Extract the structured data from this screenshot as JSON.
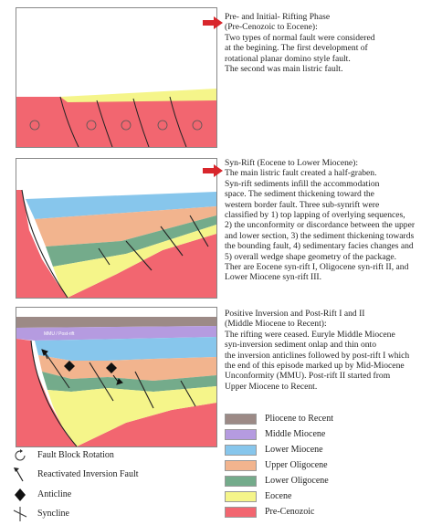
{
  "colors": {
    "pliocene": "#9c8a86",
    "middle_miocene": "#b59be0",
    "lower_miocene": "#87c6ec",
    "upper_oligocene": "#f2b48e",
    "lower_oligocene": "#74ab8b",
    "eocene": "#f5f58a",
    "pre_cenozoic": "#f26670",
    "arrow": "#d8262c",
    "fault": "#222222"
  },
  "panels": {
    "p1": {
      "lines": [
        "Pre- and Initial- Rifting Phase",
        "(Pre-Cenozoic to Eocene):",
        "Two types of normal fault were considered",
        "at the begining. The first development of",
        "rotational planar domino style fault.",
        "The second was main listric fault."
      ]
    },
    "p2": {
      "lines": [
        "Syn-Rift (Eocene to Lower Miocene):",
        "The main listric fault created a half-graben.",
        "Syn-rift sediments infill the accommodation",
        "space. The sediment thickening toward the",
        "western border fault. Three sub-synrift were",
        "classified by 1) top lapping of overlying sequences,",
        "2) the unconformity or discordance between the upper",
        "and lower section, 3) the sediment thickening towards",
        "the bounding fault, 4) sedimentary facies changes and",
        "5) overall wedge shape geometry of the package.",
        "Ther are Eocene syn-rift I, Oligocene syn-rift II, and",
        "Lower Miocene syn-rift III."
      ]
    },
    "p3": {
      "lines": [
        "Positive Inversion and Post-Rift I and II",
        "(Middle Miocene to Recent):",
        "The rifting were ceased. Euryle Middle Miocene",
        "syn-inversion sediment onlap and thin onto",
        "the inversion anticlines followed by post-rift I which",
        "the end of this episode marked up by Mid-Miocene",
        "Unconformity (MMU). Post-rift II started from",
        "Upper Miocene to Recent."
      ],
      "inset_label": "MMU / Post-rift"
    }
  },
  "legend": [
    {
      "label": "Pliocene to Recent",
      "color": "#9c8a86"
    },
    {
      "label": "Middle Miocene",
      "color": "#b59be0"
    },
    {
      "label": "Lower Miocene",
      "color": "#87c6ec"
    },
    {
      "label": "Upper Oligocene",
      "color": "#f2b48e"
    },
    {
      "label": "Lower Oligocene",
      "color": "#74ab8b"
    },
    {
      "label": "Eocene",
      "color": "#f5f58a"
    },
    {
      "label": "Pre-Cenozoic",
      "color": "#f26670"
    }
  ],
  "symbols": [
    {
      "label": "Fault Block Rotation",
      "icon": "rotation-icon"
    },
    {
      "label": "Reactivated Inversion Fault",
      "icon": "inversion-fault-icon"
    },
    {
      "label": "Anticline",
      "icon": "anticline-icon"
    },
    {
      "label": "Syncline",
      "icon": "syncline-icon"
    }
  ]
}
